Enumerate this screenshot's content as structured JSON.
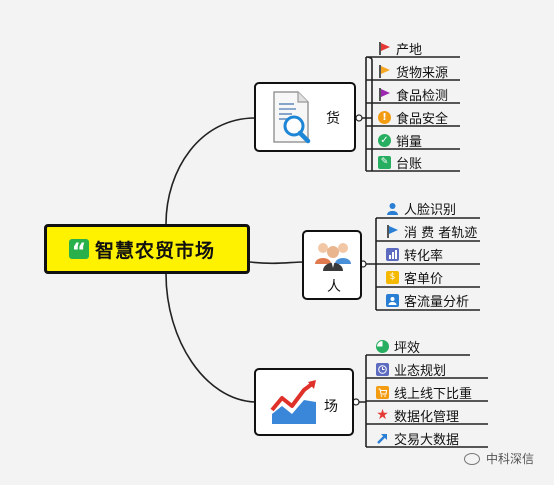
{
  "root": {
    "label": "智慧农贸市场",
    "icon": "quote-icon"
  },
  "branches": [
    {
      "label": "货",
      "icon": "document-search-icon",
      "leaves": [
        {
          "label": "产地",
          "icon": "flag-icon",
          "color": "#e53935"
        },
        {
          "label": "货物来源",
          "icon": "flag-icon",
          "color": "#f5a623"
        },
        {
          "label": "食品检测",
          "icon": "flag-icon",
          "color": "#9c27b0"
        },
        {
          "label": "食品安全",
          "icon": "exclamation-icon",
          "color": "#f39c12"
        },
        {
          "label": "销量",
          "icon": "check-icon",
          "color": "#27ae60"
        },
        {
          "label": "台账",
          "icon": "edit-icon",
          "color": "#27ae60"
        }
      ]
    },
    {
      "label": "人",
      "icon": "people-group-icon",
      "leaves": [
        {
          "label": "人脸识别",
          "icon": "user-icon",
          "color": "#2a7fd4"
        },
        {
          "label": "消 费 者轨迹",
          "icon": "flag-icon",
          "color": "#2a7fd4"
        },
        {
          "label": "转化率",
          "icon": "bar-chart-icon",
          "color": "#5c6bc0"
        },
        {
          "label": "客单价",
          "icon": "dollar-icon",
          "color": "#f5b800"
        },
        {
          "label": "客流量分析",
          "icon": "user-card-icon",
          "color": "#2a7fd4"
        }
      ]
    },
    {
      "label": "场",
      "icon": "trend-chart-icon",
      "leaves": [
        {
          "label": "坪效",
          "icon": "pie-icon",
          "color": "#27ae60"
        },
        {
          "label": "业态规划",
          "icon": "clock-icon",
          "color": "#5c6bc0"
        },
        {
          "label": "线上线下比重",
          "icon": "cart-icon",
          "color": "#f39c12"
        },
        {
          "label": "数据化管理",
          "icon": "star-icon",
          "color": "#e53935"
        },
        {
          "label": "交易大数据",
          "icon": "arrow-up-icon",
          "color": "#2a7fd4"
        }
      ]
    }
  ],
  "watermark": {
    "label": "中科深信",
    "icon": "wechat-icon"
  }
}
